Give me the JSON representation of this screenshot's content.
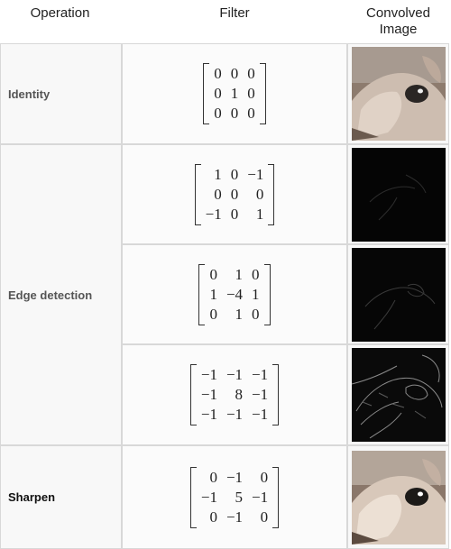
{
  "headers": {
    "operation": "Operation",
    "filter": "Filter",
    "image_line1": "Convolved",
    "image_line2": "Image"
  },
  "operations": {
    "identity": "Identity",
    "edge": "Edge detection",
    "sharpen": "Sharpen"
  },
  "filters": [
    {
      "rows": [
        [
          "0",
          "0",
          "0"
        ],
        [
          "0",
          "1",
          "0"
        ],
        [
          "0",
          "0",
          "0"
        ]
      ]
    },
    {
      "rows": [
        [
          "1",
          "0",
          "−1"
        ],
        [
          "0",
          "0",
          "0"
        ],
        [
          "−1",
          "0",
          "1"
        ]
      ]
    },
    {
      "rows": [
        [
          "0",
          "1",
          "0"
        ],
        [
          "1",
          "−4",
          "1"
        ],
        [
          "0",
          "1",
          "0"
        ]
      ]
    },
    {
      "rows": [
        [
          "−1",
          "−1",
          "−1"
        ],
        [
          "−1",
          "8",
          "−1"
        ],
        [
          "−1",
          "−1",
          "−1"
        ]
      ]
    },
    {
      "rows": [
        [
          "0",
          "−1",
          "0"
        ],
        [
          "−1",
          "5",
          "−1"
        ],
        [
          "0",
          "−1",
          "0"
        ]
      ]
    }
  ],
  "colors": {
    "border": "#d8d8d8",
    "cell_bg": "#f8f8f8"
  }
}
